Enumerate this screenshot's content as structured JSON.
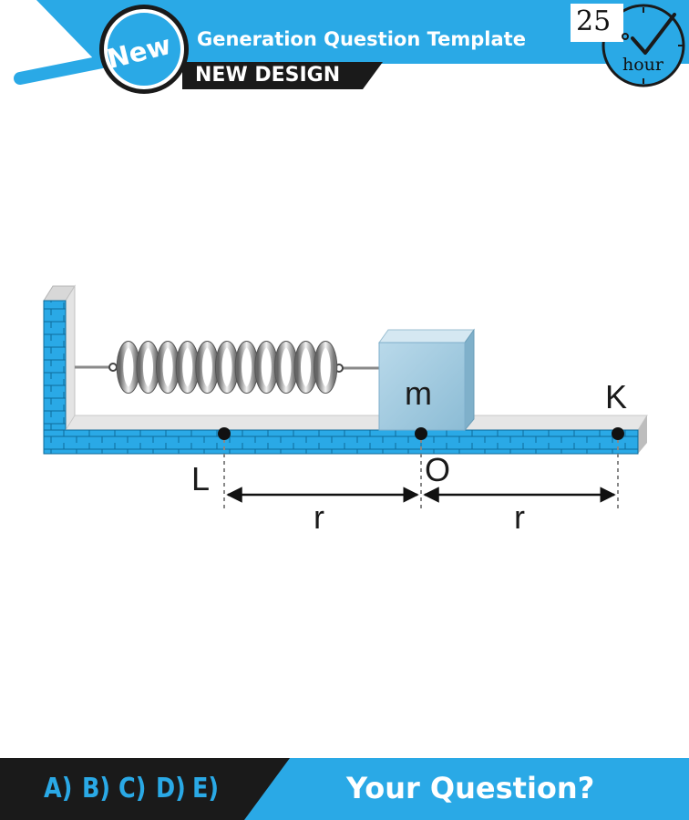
{
  "header": {
    "badge": "New",
    "title": "Generation Question Template",
    "subtitle": "NEW DESIGN",
    "clock_number": "25",
    "clock_unit": "hour",
    "accent_color": "#2aa9e6"
  },
  "diagram": {
    "mass_label": "m",
    "point_left": "L",
    "point_center": "O",
    "point_right": "K",
    "distance_left": "r",
    "distance_right": "r",
    "wall_color": "#2aa9e6",
    "block_color": "#a9cfe3",
    "icons": [
      "magnifier-icon",
      "clock-check-icon",
      "spring-icon"
    ]
  },
  "footer": {
    "options": [
      "A)",
      "B)",
      "C)",
      "D)",
      "E)"
    ],
    "question": "Your Question?"
  }
}
